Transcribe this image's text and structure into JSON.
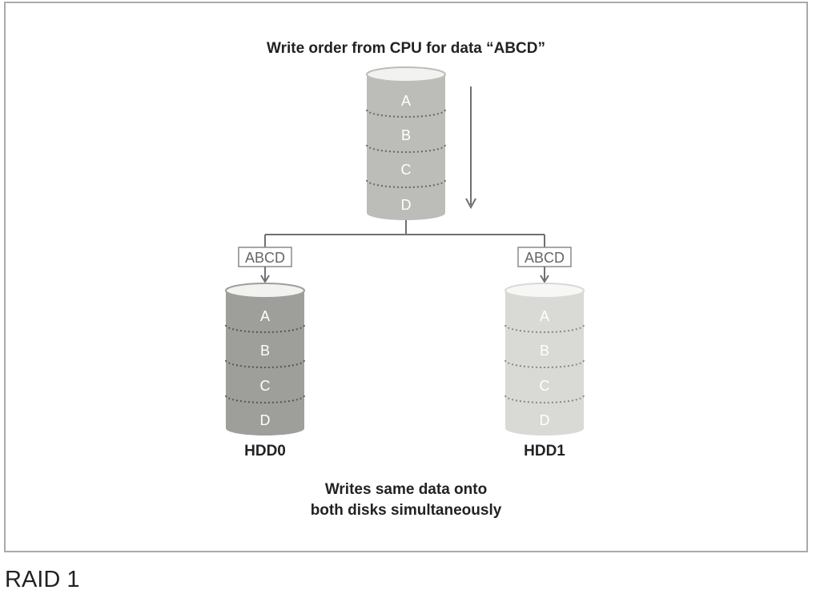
{
  "diagram": {
    "title": "Write order from CPU for data “ABCD”",
    "source_disk": {
      "blocks": [
        "A",
        "B",
        "C",
        "D"
      ],
      "fill": "#bcbcb8"
    },
    "disks": [
      {
        "name": "HDD0",
        "packet": "ABCD",
        "blocks": [
          "A",
          "B",
          "C",
          "D"
        ],
        "fill": "#9e9e9a"
      },
      {
        "name": "HDD1",
        "packet": "ABCD",
        "blocks": [
          "A",
          "B",
          "C",
          "D"
        ],
        "fill": "#d9d9d6"
      }
    ],
    "note_line1": "Writes same data onto",
    "note_line2": "both disks simultaneously"
  },
  "caption": "RAID 1",
  "colors": {
    "frame": "#aaaaaa",
    "line": "#707070",
    "text": "#222222",
    "block_label": "#ffffff"
  }
}
